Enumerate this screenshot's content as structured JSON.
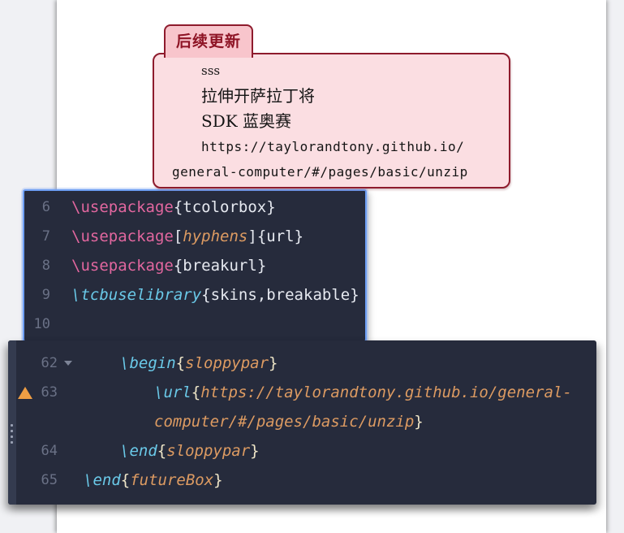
{
  "callout": {
    "title": "后续更新",
    "body_lines": [
      "sss",
      "拉伸开萨拉丁将",
      "SDK 蓝奥赛"
    ],
    "url_line_1": "https://taylorandtony.github.io/",
    "url_line_2": "general-computer/#/pages/basic/unzip",
    "colors": {
      "border": "#8e1b2d",
      "title_text": "#8e1425",
      "tab_bg": "#f8c5cc",
      "body_bg": "#fbdee2"
    }
  },
  "editor_top": {
    "colors": {
      "background": "#262b3c",
      "focus_border": "#6d9ef3",
      "line_number": "#6a7186",
      "keyword_pink": "#e2679f",
      "command_cyan": "#6ac9e8",
      "argument_orange": "#dd9b62",
      "text": "#e6e9f0",
      "brace": "#efe6c8"
    },
    "lines": [
      {
        "num": "6",
        "t0": "\\usepackage",
        "t1": "{",
        "t2": "tcolorbox",
        "t3": "}"
      },
      {
        "num": "7",
        "t0": "\\usepackage",
        "t1": "[",
        "t2": "hyphens",
        "t3": "]",
        "t4": "{",
        "t5": "url",
        "t6": "}"
      },
      {
        "num": "8",
        "t0": "\\usepackage",
        "t1": "{",
        "t2": "breakurl",
        "t3": "}"
      },
      {
        "num": "9",
        "t0": "\\tcbuselibrary",
        "t1": "{",
        "t2": "skins,breakable",
        "t3": "}"
      },
      {
        "num": "10"
      }
    ]
  },
  "editor_bottom": {
    "icons": {
      "fold": "chevron-down",
      "warning": "warning-triangle",
      "drag": "drag-handle-dots"
    },
    "lines": [
      {
        "num": "62",
        "t0": "\\begin",
        "t1": "{",
        "t2": "sloppypar",
        "t3": "}"
      },
      {
        "num": "63",
        "t0": "\\url",
        "t1": "{",
        "t2": "https://taylorandtony.github.io/general-"
      },
      {
        "t0": "computer/#/pages/basic/unzip",
        "t1": "}"
      },
      {
        "num": "64",
        "t0": "\\end",
        "t1": "{",
        "t2": "sloppypar",
        "t3": "}"
      },
      {
        "num": "65",
        "t0": "\\end",
        "t1": "{",
        "t2": "futureBox",
        "t3": "}"
      }
    ]
  }
}
